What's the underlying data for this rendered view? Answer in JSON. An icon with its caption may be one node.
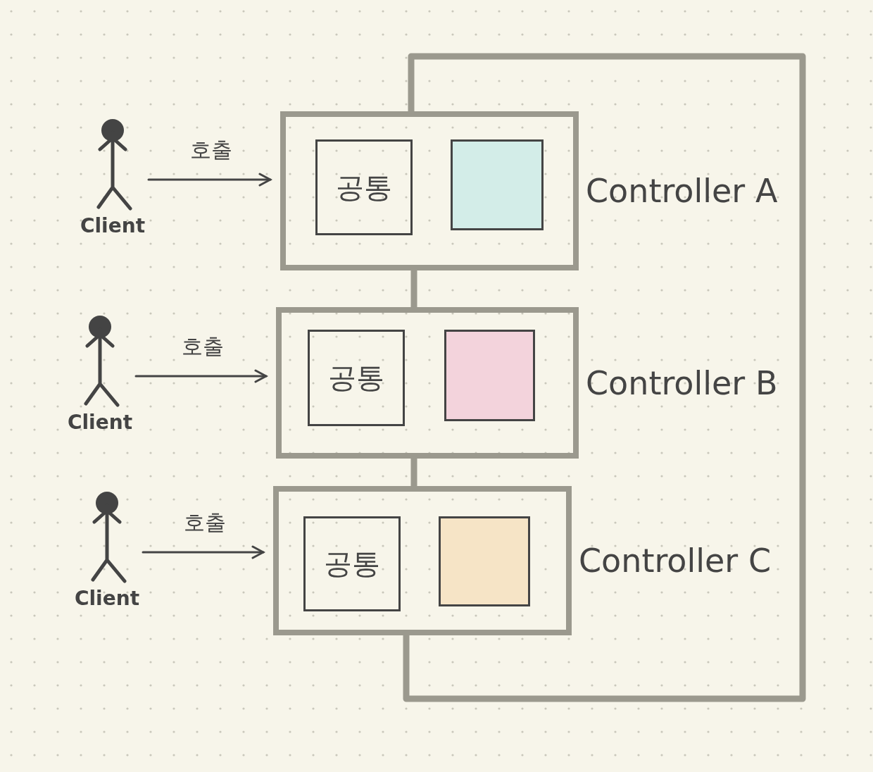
{
  "diagram": {
    "nodes": [
      {
        "text": [],
        "shape": "person",
        "beside": [
          "Client"
        ]
      },
      {
        "text": [
          "Controller A"
        ]
      },
      {
        "text": [
          "공통"
        ],
        "in": 1
      },
      {
        "text": [],
        "shape": "box",
        "in": 1
      },
      {
        "text": [],
        "shape": "person",
        "beside": [
          "Client"
        ]
      },
      {
        "text": [
          "Controller B"
        ]
      },
      {
        "text": [
          "공통"
        ],
        "in": 5
      },
      {
        "text": [],
        "shape": "box",
        "in": 5
      },
      {
        "text": [],
        "shape": "person",
        "beside": [
          "Client"
        ]
      },
      {
        "text": [
          "Controller C"
        ]
      },
      {
        "text": [
          "공통"
        ],
        "in": 9
      },
      {
        "text": [],
        "shape": "box",
        "in": 9
      }
    ],
    "edges": [
      {
        "from": 0,
        "to": 1,
        "arrow": "to",
        "label": "호출"
      },
      {
        "from": 4,
        "to": 5,
        "arrow": "to",
        "label": "호출"
      },
      {
        "from": 8,
        "to": 9,
        "arrow": "to",
        "label": "호출"
      },
      {
        "from": 1,
        "to": 5,
        "arrow": "none",
        "style": "thick",
        "color": "#9b998e"
      },
      {
        "from": 5,
        "to": 9,
        "arrow": "none",
        "style": "thick",
        "color": "#9b998e"
      },
      {
        "from": 1,
        "to": 9,
        "arrow": "none",
        "style": "thick",
        "color": "#9b998e"
      }
    ]
  }
}
